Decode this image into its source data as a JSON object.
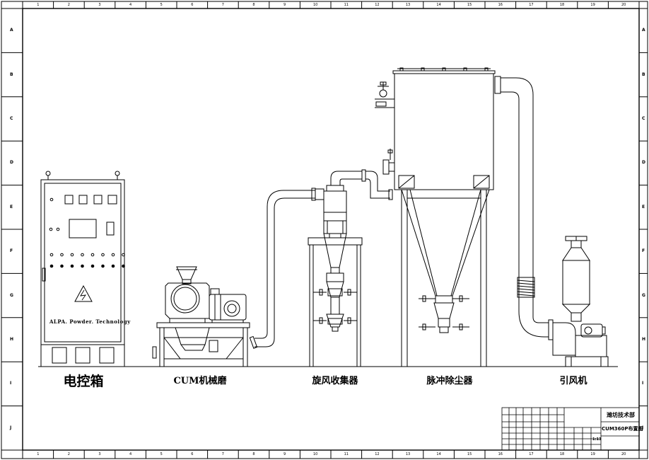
{
  "labels": {
    "control_box": "电控箱",
    "mill": "CUM机械磨",
    "cyclone": "旋风收集器",
    "dust_collector": "脉冲除尘器",
    "fan": "引风机"
  },
  "cabinet_brand": {
    "company": "ALPA. Powder. Technology"
  },
  "title_block": {
    "company": "潍坊技术部",
    "drawing_title": "CUM360P布置图",
    "scale": "1:13"
  },
  "frame": {
    "columns": [
      "1",
      "2",
      "3",
      "4",
      "5",
      "6",
      "7",
      "8",
      "9",
      "10",
      "11",
      "12",
      "13",
      "14",
      "15",
      "16",
      "17",
      "18",
      "19",
      "20"
    ],
    "rows": [
      "A",
      "B",
      "C",
      "D",
      "E",
      "F",
      "G",
      "H",
      "I",
      "J"
    ]
  }
}
